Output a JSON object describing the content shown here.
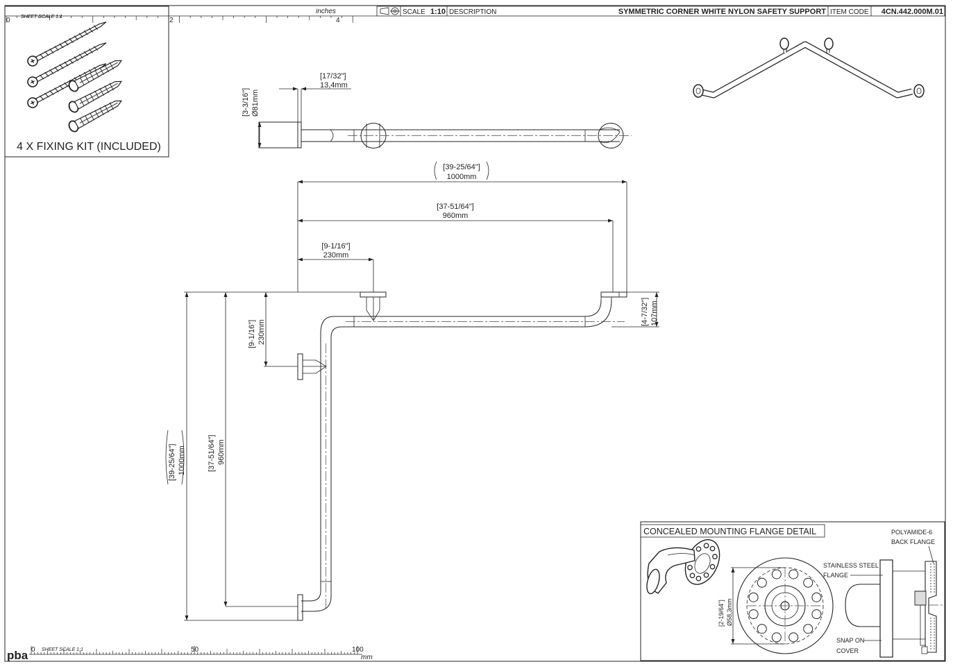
{
  "title_block": {
    "scale_label": "SCALE",
    "scale_value": "1:10",
    "description_label": "DESCRIPTION",
    "description": "SYMMETRIC CORNER WHITE NYLON SAFETY SUPPORT",
    "item_code_label": "ITEM CODE",
    "item_code": "4CN.442.000M.01"
  },
  "top_ruler": {
    "units": "inches",
    "sheet_scale": "SHEET SCALE 1:1",
    "ticks": [
      "0",
      "2",
      "4"
    ]
  },
  "bottom_ruler": {
    "units": "mm",
    "sheet_scale": "SHEET SCALE 1:1",
    "ticks": [
      "0",
      "50",
      "100"
    ]
  },
  "fixing_kit": {
    "label": "4 X FIXING KIT (INCLUDED)"
  },
  "dimensions": {
    "flange_thickness": {
      "imperial": "[17/32\"]",
      "metric": "13,4mm"
    },
    "flange_diameter": {
      "imperial": "[3-3/16\"]",
      "metric": "Ø81mm"
    },
    "overall_width": {
      "imperial": "[39-25/64\"]",
      "metric": "1000mm"
    },
    "inner_width": {
      "imperial": "[37-51/64\"]",
      "metric": "960mm"
    },
    "flange_offset_h": {
      "imperial": "[9-1/16\"]",
      "metric": "230mm"
    },
    "flange_offset_v": {
      "imperial": "[9-1/16\"]",
      "metric": "230mm"
    },
    "projection": {
      "imperial": "[4-7/32\"]",
      "metric": "107mm"
    },
    "overall_height": {
      "imperial": "[39-25/64\"]",
      "metric": "1000mm"
    },
    "inner_height": {
      "imperial": "[37-51/64\"]",
      "metric": "960mm"
    },
    "cover_diameter": {
      "imperial": "[2-19/64\"]",
      "metric": "Ø58,3mm"
    }
  },
  "flange_detail": {
    "title": "CONCEALED MOUNTING FLANGE DETAIL",
    "label_back_flange_1": "POLYAMIDE-6",
    "label_back_flange_2": "BACK FLANGE",
    "label_steel_1": "STAINLESS STEEL",
    "label_steel_2": "FLANGE",
    "label_cover_1": "SNAP ON",
    "label_cover_2": "COVER"
  },
  "logo": "pba"
}
